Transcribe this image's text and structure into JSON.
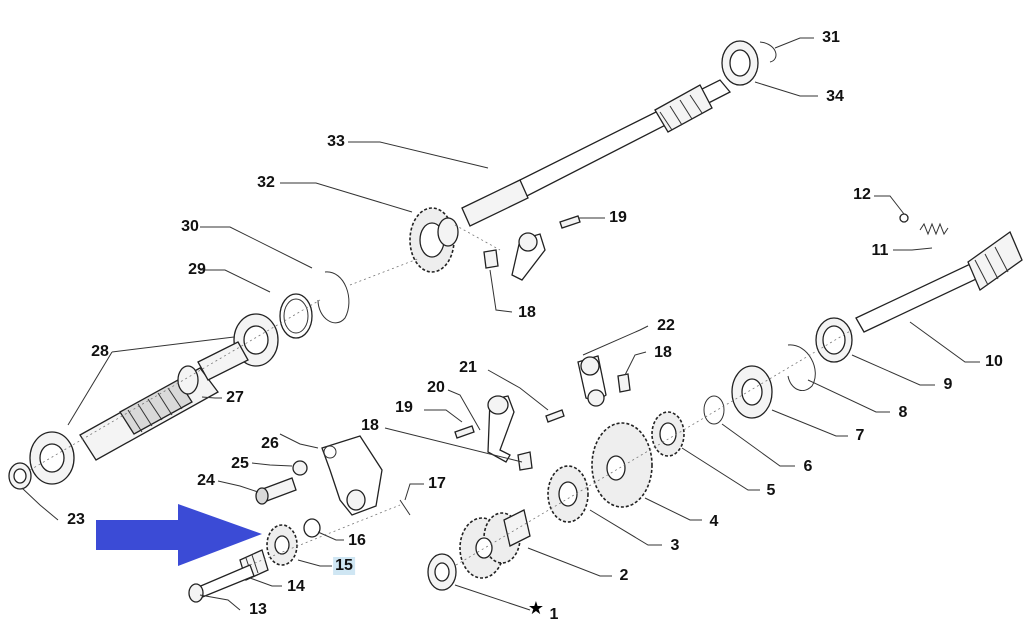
{
  "diagram": {
    "labels": {
      "l1": "1",
      "l2": "2",
      "l3": "3",
      "l4": "4",
      "l5": "5",
      "l6": "6",
      "l7": "7",
      "l8": "8",
      "l9": "9",
      "l10": "10",
      "l11": "11",
      "l12": "12",
      "l13": "13",
      "l14": "14",
      "l15": "15",
      "l16": "16",
      "l17": "17",
      "l18a": "18",
      "l18b": "18",
      "l18c": "18",
      "l19a": "19",
      "l19b": "19",
      "l20": "20",
      "l21": "21",
      "l22": "22",
      "l23": "23",
      "l24": "24",
      "l25": "25",
      "l26": "26",
      "l27": "27",
      "l28": "28",
      "l29": "29",
      "l30": "30",
      "l31": "31",
      "l32": "32",
      "l33": "33",
      "l34": "34"
    },
    "highlighted_part": "15",
    "highlight_color": "#cfe6f3",
    "arrow_color": "#3b4bd6",
    "star_symbol": "★"
  }
}
